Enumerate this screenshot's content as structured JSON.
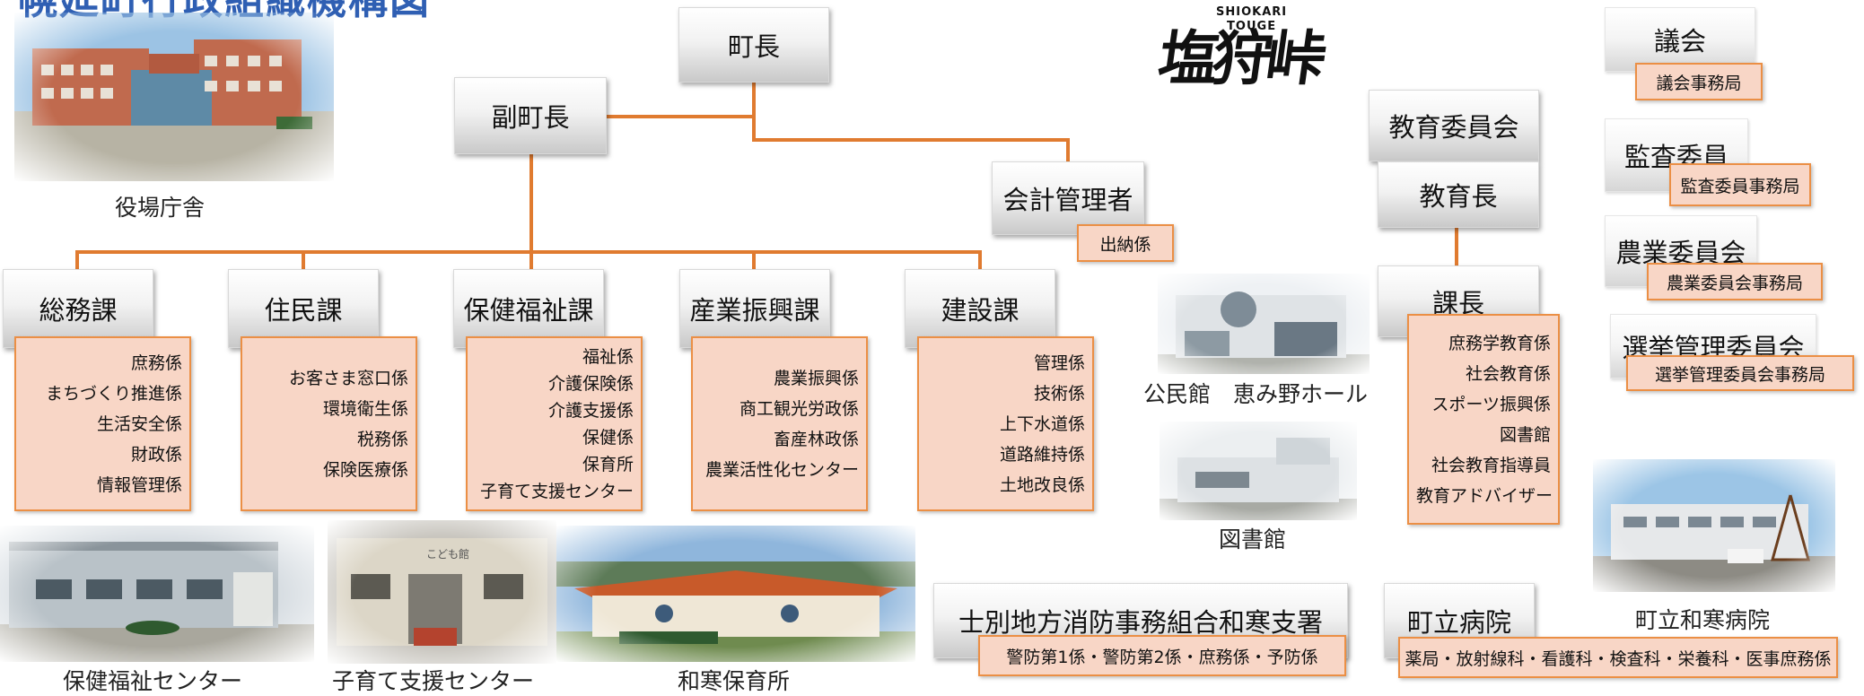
{
  "title": "幌延町行政組織機構図",
  "logo": {
    "text_en_1": "SHIOKARI",
    "text_en_2": "TOUGE",
    "text_jp": "塩狩峠"
  },
  "chain": {
    "mayor": "町長",
    "deputy": "副町長",
    "accounting": "会計管理者",
    "accounting_sub": "出納係"
  },
  "departments": [
    {
      "name": "総務課",
      "sections": [
        "庶務係",
        "まちづくり推進係",
        "生活安全係",
        "財政係",
        "情報管理係"
      ]
    },
    {
      "name": "住民課",
      "sections": [
        "お客さま窓口係",
        "環境衛生係",
        "税務係",
        "保険医療係"
      ]
    },
    {
      "name": "保健福祉課",
      "sections": [
        "福祉係",
        "介護保険係",
        "介護支援係",
        "保健係",
        "保育所",
        "子育て支援センター"
      ]
    },
    {
      "name": "産業振興課",
      "sections": [
        "農業振興係",
        "商工観光労政係",
        "畜産林政係",
        "農業活性化センター"
      ]
    },
    {
      "name": "建設課",
      "sections": [
        "管理係",
        "技術係",
        "上下水道係",
        "道路維持係",
        "土地改良係"
      ]
    }
  ],
  "education": {
    "board": "教育委員会",
    "superintendent": "教育長",
    "chief": "課長",
    "sections": [
      "庶務学教育係",
      "社会教育係",
      "スポーツ振興係",
      "図書館",
      "社会教育指導員",
      "教育アドバイザー"
    ]
  },
  "committees": [
    {
      "name": "議会",
      "office": "議会事務局"
    },
    {
      "name": "監査委員",
      "office": "監査委員事務局"
    },
    {
      "name": "農業委員会",
      "office": "農業委員会事務局"
    },
    {
      "name": "選挙管理委員会",
      "office": "選挙管理委員会事務局"
    }
  ],
  "fire": {
    "name": "士別地方消防事務組合和寒支署",
    "sections": "警防第1係・警防第2係・庶務係・予防係"
  },
  "hospital": {
    "name": "町立病院",
    "sections": "薬局・放射線科・看護科・検査科・栄養科・医事庶務係"
  },
  "photo_captions": {
    "town_hall": "役場庁舎",
    "health_center": "保健福祉センター",
    "childcare_center": "子育て支援センター",
    "nursery": "和寒保育所",
    "community_hall": "公民館　恵み野ホール",
    "library": "図書館",
    "hospital": "町立和寒病院"
  },
  "photo_signs": {
    "childcare_sign": "こども館"
  },
  "colors": {
    "connector": "#e07b30",
    "box_fill": "#f8d6c6",
    "box_border": "#eb8f45",
    "title": "#2f5fb3"
  }
}
